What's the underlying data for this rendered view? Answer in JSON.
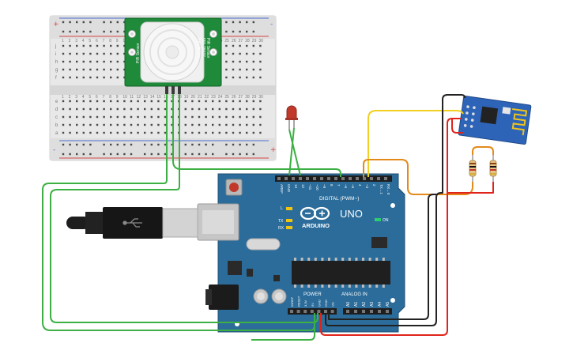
{
  "breadboard": {
    "row_letters_top": [
      "j",
      "i",
      "h",
      "g",
      "f"
    ],
    "row_letters_bottom": [
      "e",
      "d",
      "c",
      "b",
      "a"
    ],
    "column_numbers": [
      "1",
      "2",
      "3",
      "4",
      "5",
      "6",
      "7",
      "8",
      "9",
      "10",
      "11",
      "12",
      "13",
      "14",
      "15",
      "16",
      "17",
      "18",
      "19",
      "20",
      "21",
      "22",
      "23",
      "24",
      "25",
      "26",
      "27",
      "28",
      "29",
      "30"
    ],
    "rail_plus": "+",
    "rail_minus": "-"
  },
  "pir_sensor": {
    "label_left": "PIR Sensor",
    "label_right_1": "PIR Sensor",
    "label_right_2": "555-28027",
    "label_right_3": "Rev. A"
  },
  "arduino": {
    "brand": "ARDUINO",
    "model": "UNO",
    "digital_header": "DIGITAL (PWM~)",
    "analog_header": "ANALOG IN",
    "power_header": "POWER",
    "on_label": "ON",
    "tx_label": "TX",
    "rx_label": "RX",
    "l_label": "L",
    "digital_pins": [
      "AREF",
      "GND",
      "13",
      "12",
      "~11",
      "~10",
      "~9",
      "8",
      "7",
      "~6",
      "~5",
      "4",
      "~3",
      "2",
      "TX→1",
      "RX←0"
    ],
    "power_pins": [
      "IOREF",
      "RESET",
      "3.3V",
      "5V",
      "GND",
      "GND",
      "Vin"
    ],
    "analog_pins": [
      "A0",
      "A1",
      "A2",
      "A3",
      "A4",
      "A5"
    ]
  },
  "colors": {
    "wire_green": "#3cb043",
    "wire_yellow": "#f2d022",
    "wire_orange": "#e38a1a",
    "wire_red": "#e0241b",
    "wire_black": "#222222",
    "board_blue": "#2b6c9a",
    "esp_blue": "#2e64b8"
  }
}
